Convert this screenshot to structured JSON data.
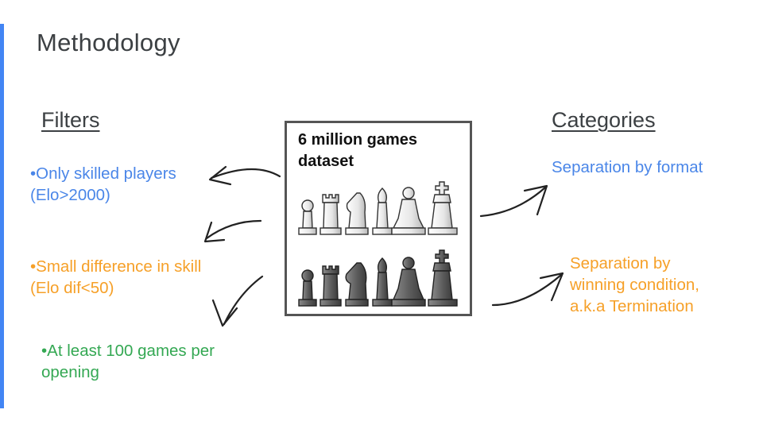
{
  "slide": {
    "title": "Methodology"
  },
  "filters": {
    "heading": "Filters",
    "items": [
      {
        "text": "•Only skilled players (Elo>2000)",
        "color": "#4a86e8"
      },
      {
        "text": "•Small difference in skill (Elo dif<50)",
        "color": "#f6a028"
      },
      {
        "text": "•At least 100 games per opening",
        "color": "#34a853"
      }
    ]
  },
  "dataset": {
    "label": "6 million games dataset",
    "icons": [
      "chess-pieces-white-icon",
      "chess-pieces-black-icon"
    ]
  },
  "categories": {
    "heading": "Categories",
    "items": [
      {
        "text": "Separation by format",
        "color": "#4a86e8"
      },
      {
        "text": "Separation by winning condition, a.k.a Termination",
        "color": "#f6a028"
      }
    ]
  },
  "colors": {
    "accent_bar": "#4285f4",
    "title_text": "#3c4043"
  }
}
